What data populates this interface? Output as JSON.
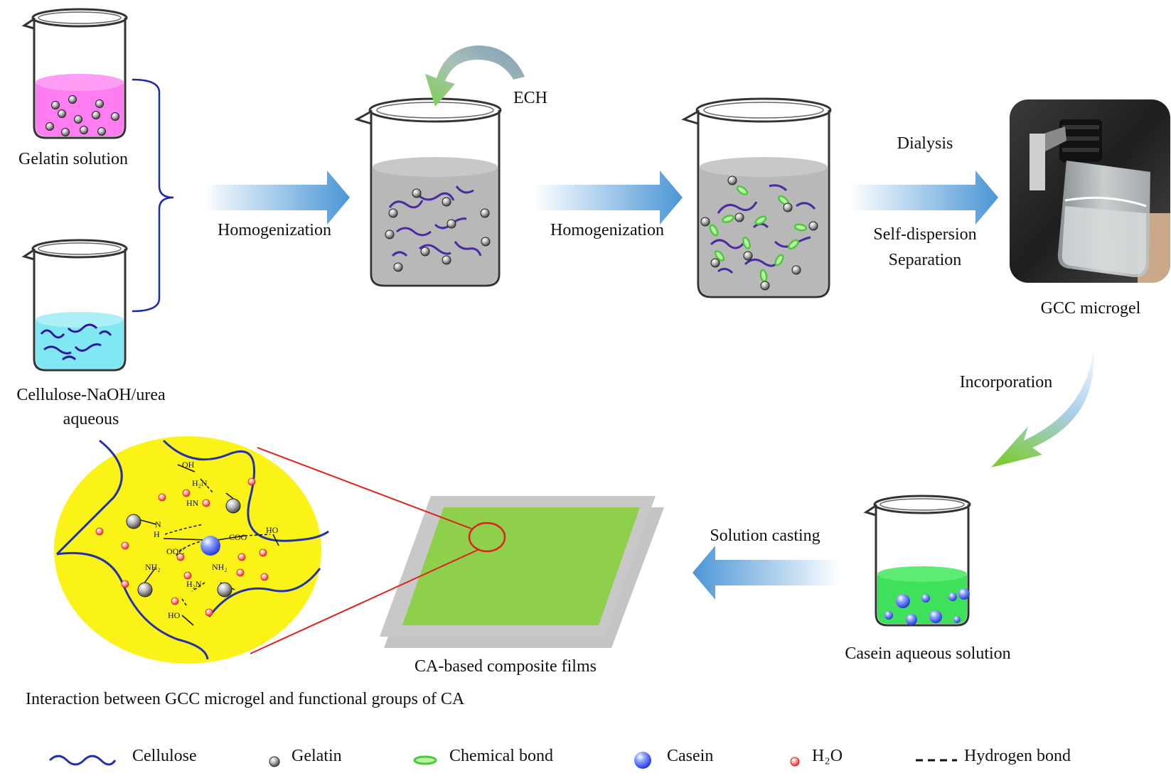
{
  "steps": {
    "gelatin_solution": "Gelatin solution",
    "cellulose_line1": "Cellulose-NaOH/urea",
    "cellulose_line2": "aqueous",
    "homogenization_1": "Homogenization",
    "ech": "ECH",
    "homogenization_2": "Homogenization",
    "dialysis": "Dialysis",
    "self_dispersion": "Self-dispersion",
    "separation": "Separation",
    "gcc_microgel": "GCC microgel",
    "incorporation": "Incorporation",
    "solution_casting": "Solution casting",
    "casein_solution": "Casein aqueous solution",
    "composite_films": "CA-based composite films",
    "interaction_caption": "Interaction between GCC microgel and functional groups of CA"
  },
  "interaction_labels": {
    "oh_top": "OH",
    "h2n_top": "H₂N",
    "hn": "HN",
    "nh_left": "N",
    "h_left": "H",
    "coo_right": "COO",
    "ho_right": "HO",
    "ooc": "OOC",
    "nh2_left": "NH₂",
    "nh2_mid": "NH₂",
    "h2n_low": "H₂N",
    "ho_low": "HO"
  },
  "legend": {
    "cellulose": "Cellulose",
    "gelatin": "Gelatin",
    "chemical_bond": "Chemical bond",
    "casein": "Casein",
    "h2o": "H₂O",
    "hydrogen_bond": "Hydrogen bond"
  },
  "colors": {
    "cellulose": "#2e1a9b",
    "cellulose_dark": "#2233aa",
    "gelatin_solution": "#ff7df0",
    "cellulose_solution": "#7fe8f2",
    "gray_liquid": "#b8b8b8",
    "casein_solution": "#3fe05a",
    "chemical_bond": "#7de06a",
    "arrow_blue": "#5aa0d8",
    "film_green": "#8ecf4c",
    "film_frame": "#c8c8c8",
    "circle_yellow": "#fbf218",
    "red_line": "#e0201c",
    "bracket_blue": "#1a2aa8"
  }
}
